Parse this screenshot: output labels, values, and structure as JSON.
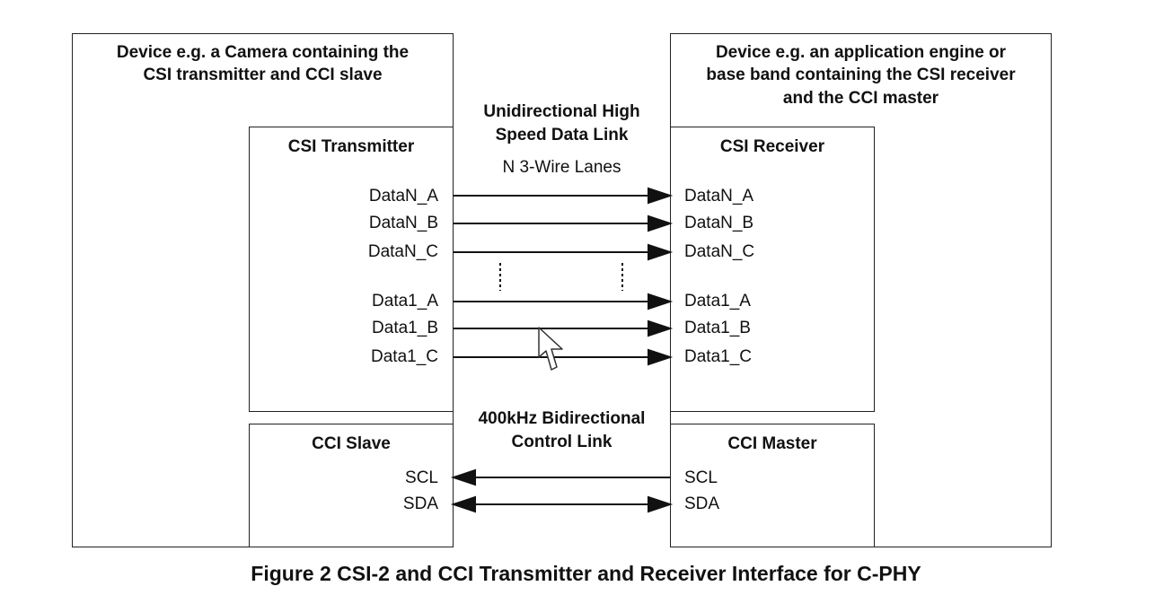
{
  "left_device": {
    "title_line1": "Device e.g. a Camera containing the",
    "title_line2": "CSI transmitter and CCI slave"
  },
  "right_device": {
    "title_line1": "Device e.g. an application engine or",
    "title_line2": "base band containing the CSI receiver",
    "title_line3": "and the CCI master"
  },
  "csi_transmitter": {
    "title": "CSI Transmitter",
    "signals": [
      "DataN_A",
      "DataN_B",
      "DataN_C",
      "Data1_A",
      "Data1_B",
      "Data1_C"
    ]
  },
  "csi_receiver": {
    "title": "CSI Receiver",
    "signals": [
      "DataN_A",
      "DataN_B",
      "DataN_C",
      "Data1_A",
      "Data1_B",
      "Data1_C"
    ]
  },
  "data_link": {
    "label_line1": "Unidirectional High",
    "label_line2": "Speed Data  Link",
    "lanes": "N 3-Wire Lanes"
  },
  "control_link": {
    "label_line1": "400kHz Bidirectional",
    "label_line2": "Control Link"
  },
  "cci_slave": {
    "title": "CCI Slave",
    "signals": [
      "SCL",
      "SDA"
    ]
  },
  "cci_master": {
    "title": "CCI Master",
    "signals": [
      "SCL",
      "SDA"
    ]
  },
  "caption": "Figure 2 CSI-2 and CCI Transmitter and Receiver Interface for C-PHY"
}
